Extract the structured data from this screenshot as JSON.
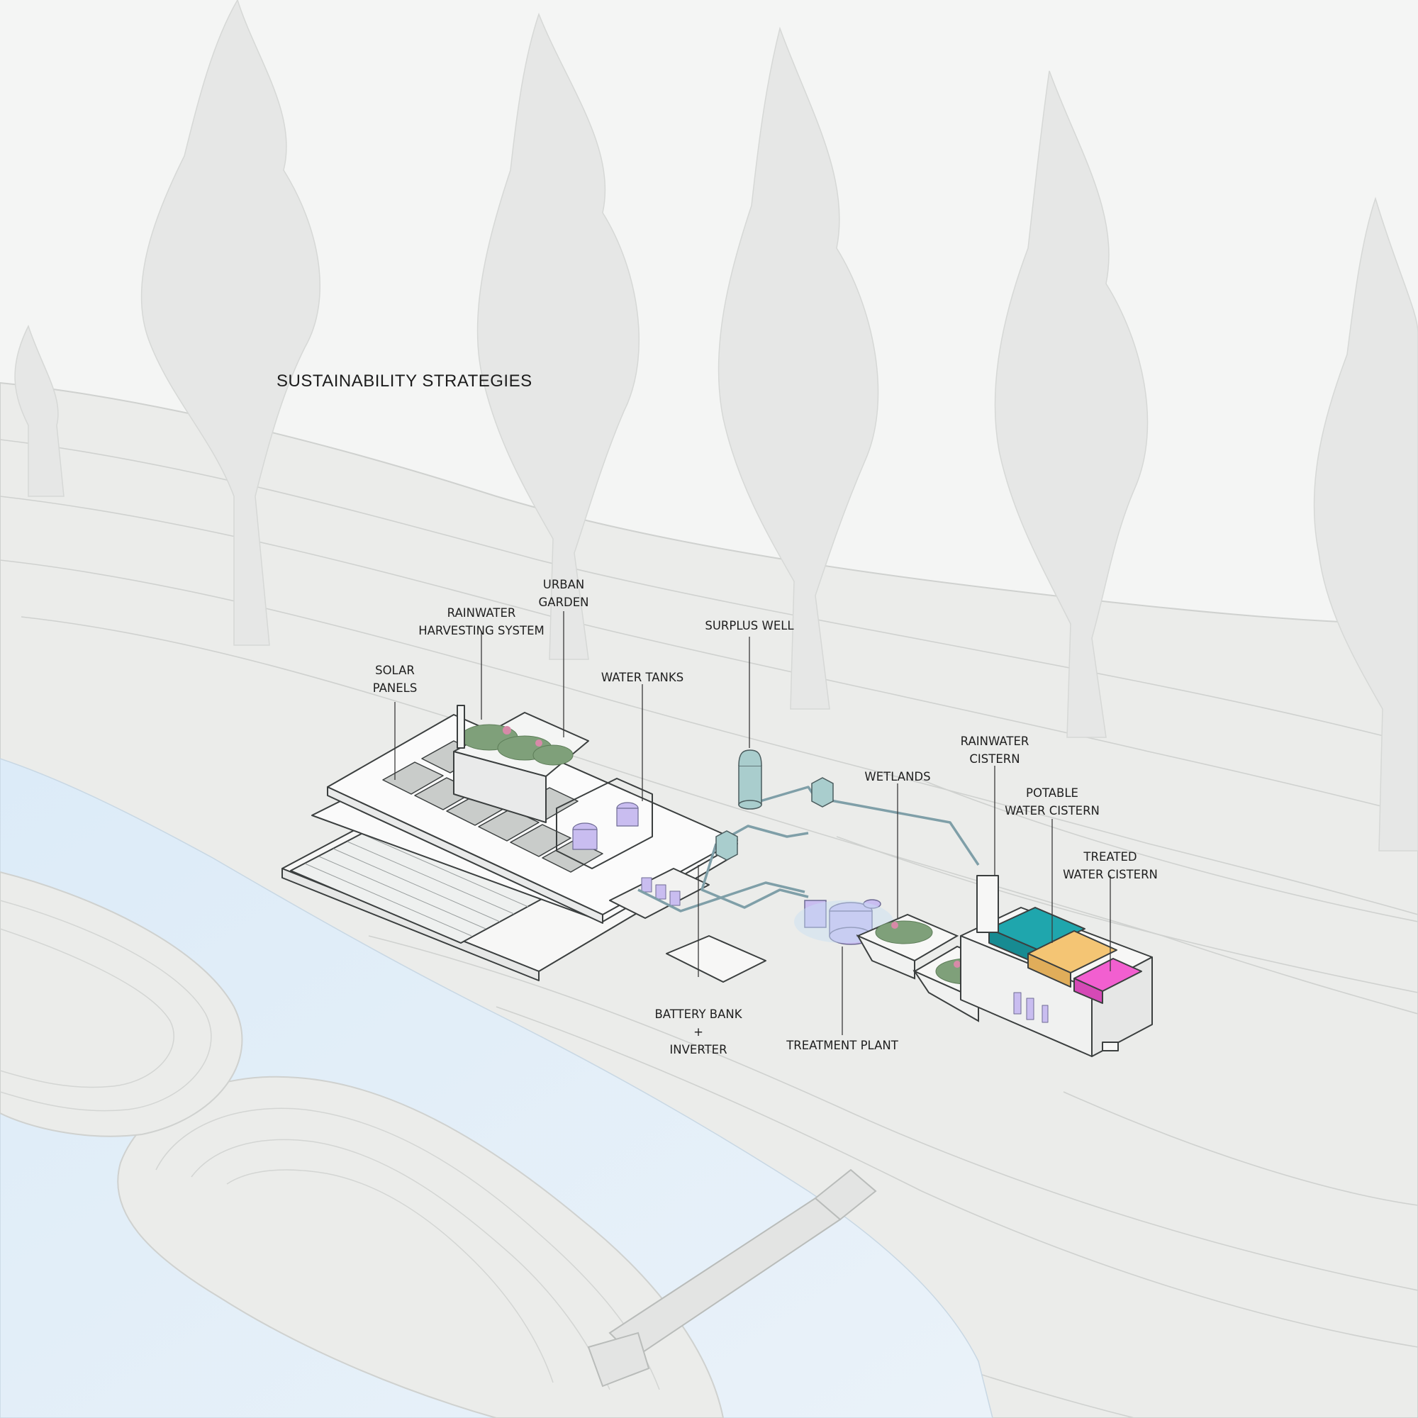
{
  "title": "SUSTAINABILITY STRATEGIES",
  "colors": {
    "background": "#f4f5f4",
    "terrain": "#ebecea",
    "contour": "#cfd1cf",
    "trees": "#e6e7e6",
    "water": "#e2eef8",
    "building_line": "#3b3f3f",
    "pipe": "#7f9fa8",
    "tank_fill": "#a9cdcd",
    "purple_equipment": "#c9bdf0",
    "garden_green": "#7fa07a",
    "rainwater_cistern": "#1fa6ad",
    "potable_water_cistern": "#f4c574",
    "treated_water_cistern": "#f25fd0"
  },
  "labels": {
    "solar_panels": [
      "SOLAR",
      "PANELS"
    ],
    "rainwater_harvesting": [
      "RAINWATER",
      "HARVESTING SYSTEM"
    ],
    "urban_garden": [
      "URBAN",
      "GARDEN"
    ],
    "water_tanks": [
      "WATER TANKS"
    ],
    "surplus_well": [
      "SURPLUS WELL"
    ],
    "battery_bank": [
      "BATTERY BANK",
      "+",
      "INVERTER"
    ],
    "treatment_plant": [
      "TREATMENT PLANT"
    ],
    "wetlands": [
      "WETLANDS"
    ],
    "rainwater_cistern": [
      "RAINWATER",
      "CISTERN"
    ],
    "potable_water_cistern": [
      "POTABLE",
      "WATER CISTERN"
    ],
    "treated_water_cistern": [
      "TREATED",
      "WATER CISTERN"
    ]
  }
}
